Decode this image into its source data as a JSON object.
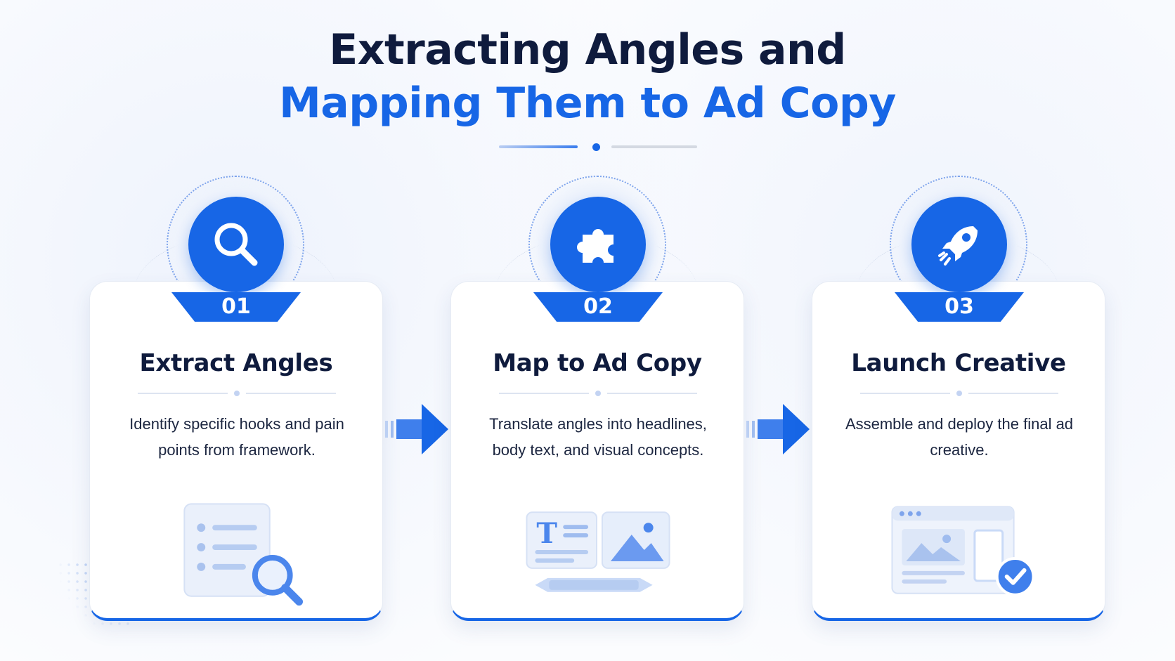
{
  "header": {
    "title_line1": "Extracting Angles and",
    "title_line2": "Mapping Them to Ad Copy"
  },
  "steps": [
    {
      "number": "01",
      "title": "Extract Angles",
      "description": "Identify specific hooks and pain points from framework.",
      "icon": "magnifier-icon",
      "illustration": "checklist-search-illustration"
    },
    {
      "number": "02",
      "title": "Map to Ad Copy",
      "description": "Translate angles into headlines, body text, and visual concepts.",
      "icon": "puzzle-icon",
      "illustration": "text-image-pencil-illustration"
    },
    {
      "number": "03",
      "title": "Launch Creative",
      "description": "Assemble and deploy the final ad creative.",
      "icon": "rocket-icon",
      "illustration": "browser-check-illustration"
    }
  ],
  "colors": {
    "primary": "#1766e6",
    "heading": "#0f1b3d",
    "text": "#1c2640",
    "light": "#dbe6fa"
  }
}
